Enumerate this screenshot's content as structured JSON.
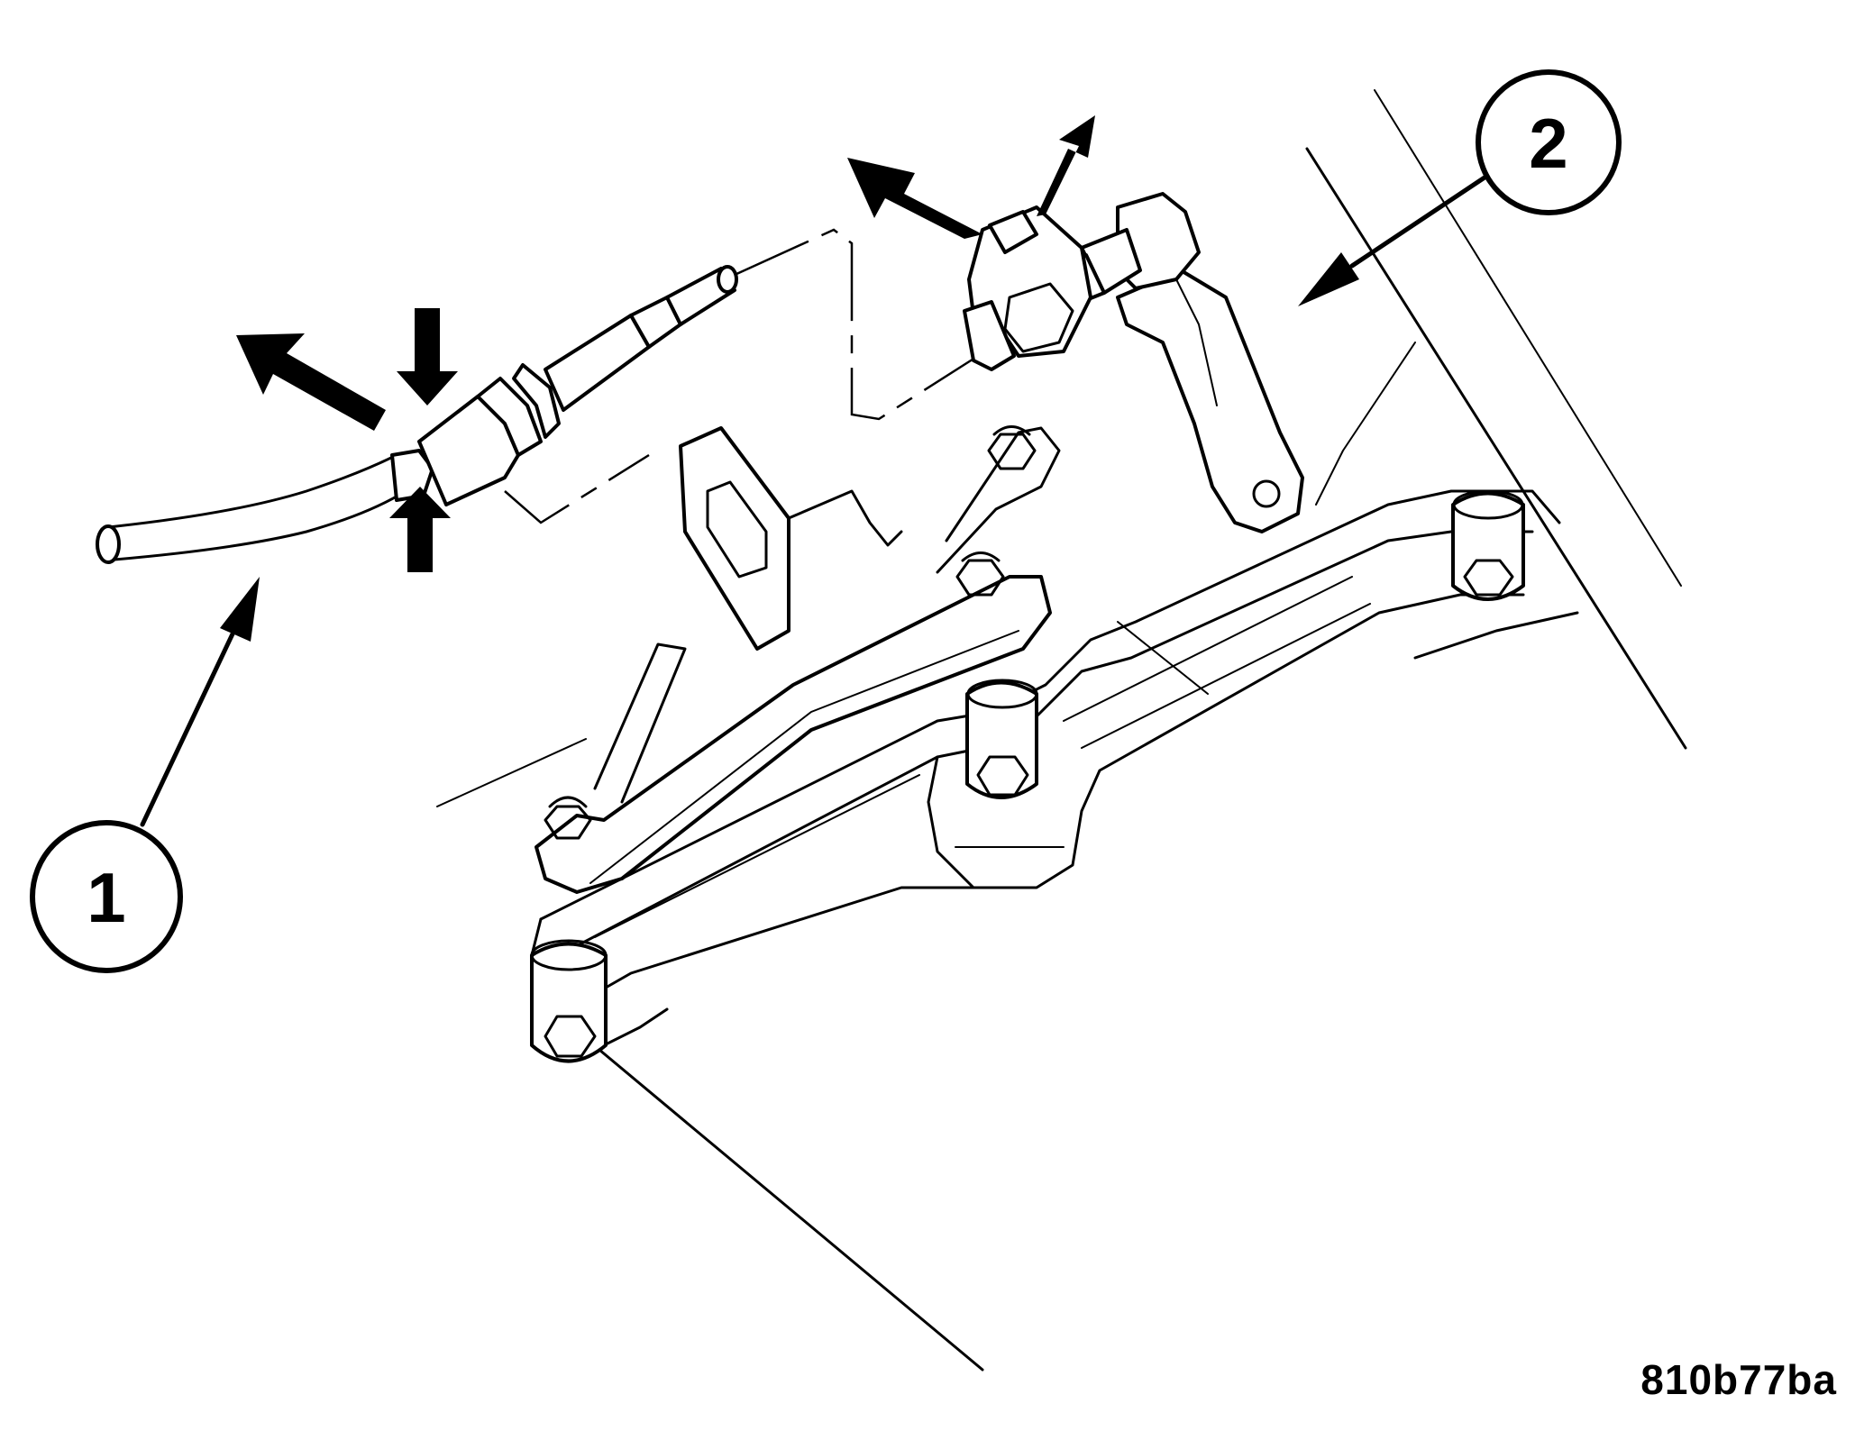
{
  "callouts": [
    {
      "number": "1"
    },
    {
      "number": "2"
    }
  ],
  "figure_code": "810b77ba",
  "colors": {
    "line": "#000000",
    "background": "#ffffff"
  }
}
